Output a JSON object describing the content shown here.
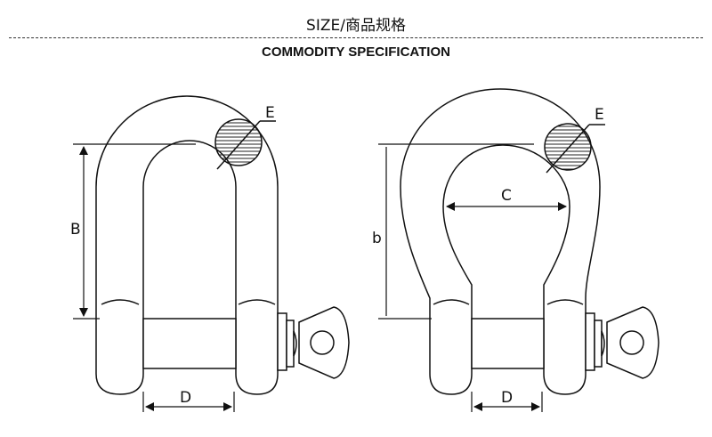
{
  "header": {
    "title_cn": "SIZE/商品规格",
    "title_en": "COMMODITY SPECIFICATION"
  },
  "dee_shackle": {
    "label_b": "B",
    "label_d": "D",
    "label_e": "E"
  },
  "bow_shackle": {
    "label_b": "b",
    "label_c": "C",
    "label_d": "D",
    "label_e": "E"
  }
}
